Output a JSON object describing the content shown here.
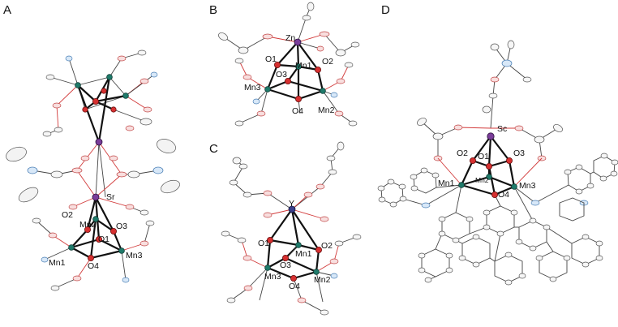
{
  "panels": {
    "A": {
      "letter": "A",
      "labels": {
        "metal": "Sr",
        "mn1": "Mn1",
        "mn2": "Mn2",
        "mn3": "Mn3",
        "o1": "O1",
        "o2": "O2",
        "o3": "O3",
        "o4": "O4"
      }
    },
    "B": {
      "letter": "B",
      "labels": {
        "metal": "Zn",
        "mn1": "Mn1",
        "mn2": "Mn2",
        "mn3": "Mn3",
        "o1": "O1",
        "o2": "O2",
        "o3": "O3",
        "o4": "O4"
      }
    },
    "C": {
      "letter": "C",
      "labels": {
        "metal": "Y",
        "mn1": "Mn1",
        "mn2": "Mn2",
        "mn3": "Mn3",
        "o1": "O1",
        "o2": "O2",
        "o3": "O3",
        "o4": "O4"
      }
    },
    "D": {
      "letter": "D",
      "labels": {
        "metal": "Sc",
        "mn1": "Mn1",
        "mn2": "Mn2",
        "mn3": "Mn3",
        "o1": "O1",
        "o2": "O2",
        "o3": "O3",
        "o4": "O4"
      }
    }
  },
  "colors": {
    "manganese": "#1f7a6a",
    "oxygen": "#d63030",
    "heterometal_purple": "#7a3d9a",
    "heterometal_blue": "#3a3f8a",
    "nitrogen": "#4a7fb5"
  }
}
